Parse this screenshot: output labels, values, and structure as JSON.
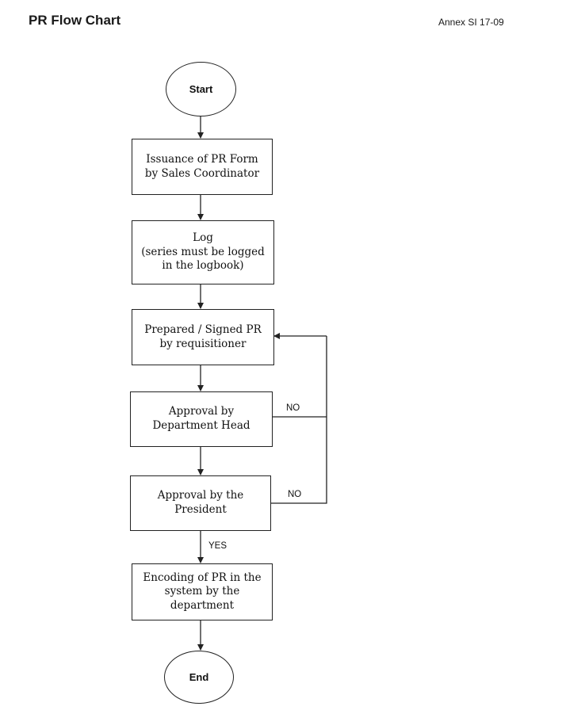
{
  "header": {
    "title": "PR Flow Chart",
    "annex": "Annex SI 17-09"
  },
  "nodes": {
    "start": "Start",
    "issuance": "Issuance of PR Form\nby Sales Coordinator",
    "log": "Log\n(series must be logged\nin the logbook)",
    "prepared": "Prepared / Signed PR\nby requisitioner",
    "approval_head": "Approval by\nDepartment Head",
    "approval_president": "Approval by the\nPresident",
    "encoding": "Encoding of PR in the\nsystem by the\ndepartment",
    "end": "End"
  },
  "edges": {
    "no_head": "NO",
    "no_president": "NO",
    "yes": "YES"
  }
}
